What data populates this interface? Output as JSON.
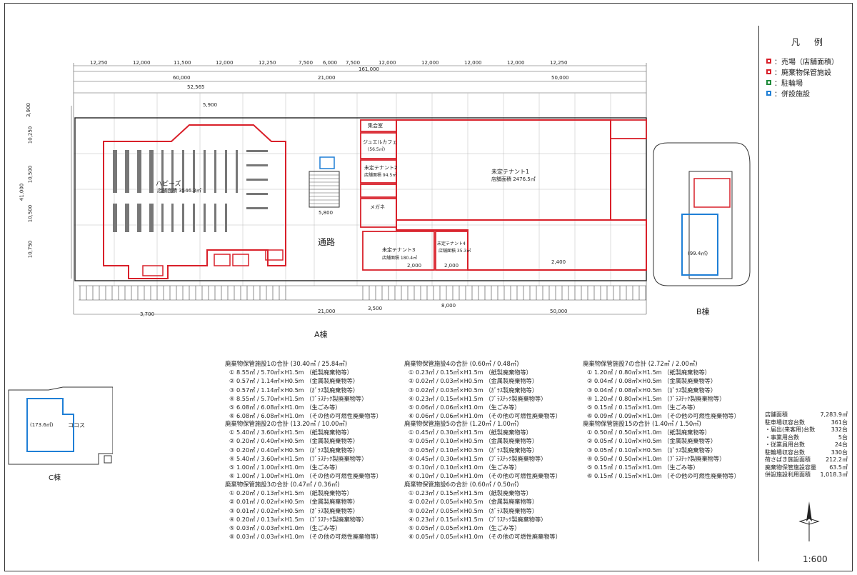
{
  "legend": {
    "title": "凡 例",
    "items": [
      {
        "label": "：売場（店舗面積）",
        "color": "#d9202a"
      },
      {
        "label": "：廃棄物保管施設",
        "color": "#d9202a"
      },
      {
        "label": "：駐輪場",
        "color": "#1f8a3a"
      },
      {
        "label": "：併設施設",
        "color": "#1f7fd6"
      }
    ]
  },
  "summary": [
    {
      "label": "店舗面積",
      "value": "7,283.9㎡"
    },
    {
      "label": "駐車場収容台数",
      "value": "361台"
    },
    {
      "label": "・届出(来客用)台数",
      "value": "332台"
    },
    {
      "label": "・事業用台数",
      "value": "5台"
    },
    {
      "label": "・従業員用台数",
      "value": "24台"
    },
    {
      "label": "駐輪場収容台数",
      "value": "330台"
    },
    {
      "label": "荷さばき施設面積",
      "value": "212.2㎡"
    },
    {
      "label": "廃棄物保管施設容量",
      "value": "63.5㎡"
    },
    {
      "label": "併設施設利用面積",
      "value": "1,018.3㎡"
    }
  ],
  "scale": "1:600",
  "building_labels": {
    "a": "A棟",
    "b": "B棟",
    "c": "C棟"
  },
  "plan_labels": {
    "haseizu": "ハピーズ",
    "haseizu_area": "店舗面積 3546.3㎡",
    "tsuro": "通路",
    "tenant1": "未定テナント1",
    "tenant1_area": "店舗面積 2476.5㎡",
    "tenant2": "未定テナント2",
    "tenant2_area": "店舗面積 94.5㎡",
    "tenant3": "未定テナント3",
    "tenant3_area": "店舗面積 180.4㎡",
    "tenant4": "未定テナント4",
    "tenant4_area": "店舗面積 35.3㎡",
    "jewel": "ジュエルカフェ",
    "jewel_area": "(56.5㎡)",
    "shukai": "集会室",
    "megane": "メガネ",
    "kosu": "ココス",
    "kosu_area": "(173.6㎡)",
    "b_area": "(99.4㎡)",
    "dim_top": [
      "12,250",
      "12,000",
      "11,500",
      "12,000",
      "12,250",
      "7,500",
      "6,000",
      "7,500",
      "12,000",
      "12,000",
      "12,000",
      "12,000",
      "12,250"
    ],
    "dim_total": "161,000",
    "dim_60": "60,000",
    "dim_52": "52,565",
    "dim_21a": "21,000",
    "dim_50a": "50,000",
    "dim_21b": "21,000",
    "dim_50b": "50,000",
    "dim_3700": "3,700",
    "dim_5800": "5,800",
    "dim_5900": "5,900",
    "dim_2400": "2,400",
    "dim_2000a": "2,000",
    "dim_2000b": "2,000",
    "dim_3500": "3,500",
    "dim_8000": "8,000",
    "dim_left": [
      "3,900",
      "10,250",
      "10,500",
      "41,000",
      "10,500",
      "10,750"
    ]
  },
  "waste_blocks": [
    {
      "header": "廃棄物保管施設1の合計 (30.40㎡ / 25.84㎡)",
      "items": [
        "① 8.55㎡ / 5.70㎡×H1.5m （紙製廃棄物等）",
        "② 0.57㎡ / 1.14㎡×H0.5m （金属製廃棄物等）",
        "③ 0.57㎡ / 1.14㎡×H0.5m （ｶﾞﾗｽ製廃棄物等）",
        "④ 8.55㎡ / 5.70㎡×H1.5m （ﾌﾟﾗｽﾁｯｸ製廃棄物等）",
        "⑤ 6.08㎡ / 6.08㎡×H1.0m （生ごみ等）",
        "⑥ 6.08㎡ / 6.08㎡×H1.0m （その他の可燃性廃棄物等）"
      ]
    },
    {
      "header": "廃棄物保管施設2の合計 (13.20㎡ / 10.00㎡)",
      "items": [
        "① 5.40㎡ / 3.60㎡×H1.5m （紙製廃棄物等）",
        "② 0.20㎡ / 0.40㎡×H0.5m （金属製廃棄物等）",
        "③ 0.20㎡ / 0.40㎡×H0.5m （ｶﾞﾗｽ製廃棄物等）",
        "④ 5.40㎡ / 3.60㎡×H1.5m （ﾌﾟﾗｽﾁｯｸ製廃棄物等）",
        "⑤ 1.00㎡ / 1.00㎡×H1.0m （生ごみ等）",
        "⑥ 1.00㎡ / 1.00㎡×H1.0m （その他の可燃性廃棄物等）"
      ]
    },
    {
      "header": "廃棄物保管施設3の合計 (0.47㎡ / 0.36㎡)",
      "items": [
        "① 0.20㎡ / 0.13㎡×H1.5m （紙製廃棄物等）",
        "② 0.01㎡ / 0.02㎡×H0.5m （金属製廃棄物等）",
        "③ 0.01㎡ / 0.02㎡×H0.5m （ｶﾞﾗｽ製廃棄物等）",
        "④ 0.20㎡ / 0.13㎡×H1.5m （ﾌﾟﾗｽﾁｯｸ製廃棄物等）",
        "⑤ 0.03㎡ / 0.03㎡×H1.0m （生ごみ等）",
        "⑥ 0.03㎡ / 0.03㎡×H1.0m （その他の可燃性廃棄物等）"
      ]
    },
    {
      "header": "廃棄物保管施設4の合計 (0.60㎡ / 0.48㎡)",
      "items": [
        "① 0.23㎡ / 0.15㎡×H1.5m （紙製廃棄物等）",
        "② 0.02㎡ / 0.03㎡×H0.5m （金属製廃棄物等）",
        "③ 0.02㎡ / 0.03㎡×H0.5m （ｶﾞﾗｽ製廃棄物等）",
        "④ 0.23㎡ / 0.15㎡×H1.5m （ﾌﾟﾗｽﾁｯｸ製廃棄物等）",
        "⑤ 0.06㎡ / 0.06㎡×H1.0m （生ごみ等）",
        "⑥ 0.06㎡ / 0.06㎡×H1.0m （その他の可燃性廃棄物等）"
      ]
    },
    {
      "header": "廃棄物保管施設5の合計 (1.20㎡ / 1.00㎡)",
      "items": [
        "① 0.45㎡ / 0.30㎡×H1.5m （紙製廃棄物等）",
        "② 0.05㎡ / 0.10㎡×H0.5m （金属製廃棄物等）",
        "③ 0.05㎡ / 0.10㎡×H0.5m （ｶﾞﾗｽ製廃棄物等）",
        "④ 0.45㎡ / 0.30㎡×H1.5m （ﾌﾟﾗｽﾁｯｸ製廃棄物等）",
        "⑤ 0.10㎡ / 0.10㎡×H1.0m （生ごみ等）",
        "⑥ 0.10㎡ / 0.10㎡×H1.0m （その他の可燃性廃棄物等）"
      ]
    },
    {
      "header": "廃棄物保管施設6の合計 (0.60㎡ / 0.50㎡)",
      "items": [
        "① 0.23㎡ / 0.15㎡×H1.5m （紙製廃棄物等）",
        "② 0.02㎡ / 0.05㎡×H0.5m （金属製廃棄物等）",
        "③ 0.02㎡ / 0.05㎡×H0.5m （ｶﾞﾗｽ製廃棄物等）",
        "④ 0.23㎡ / 0.15㎡×H1.5m （ﾌﾟﾗｽﾁｯｸ製廃棄物等）",
        "⑤ 0.05㎡ / 0.05㎡×H1.0m （生ごみ等）",
        "⑥ 0.05㎡ / 0.05㎡×H1.0m （その他の可燃性廃棄物等）"
      ]
    },
    {
      "header": "廃棄物保管施設7の合計 (2.72㎡ / 2.00㎡)",
      "items": [
        "① 1.20㎡ / 0.80㎡×H1.5m （紙製廃棄物等）",
        "② 0.04㎡ / 0.08㎡×H0.5m （金属製廃棄物等）",
        "③ 0.04㎡ / 0.08㎡×H0.5m （ｶﾞﾗｽ製廃棄物等）",
        "④ 1.20㎡ / 0.80㎡×H1.5m （ﾌﾟﾗｽﾁｯｸ製廃棄物等）",
        "⑤ 0.15㎡ / 0.15㎡×H1.0m （生ごみ等）",
        "⑥ 0.09㎡ / 0.09㎡×H1.0m （その他の可燃性廃棄物等）"
      ]
    },
    {
      "header": "廃棄物保管施設15の合計 (1.40㎡ / 1.50㎡)",
      "items": [
        "① 0.50㎡ / 0.50㎡×H1.0m （紙製廃棄物等）",
        "② 0.05㎡ / 0.10㎡×H0.5m （金属製廃棄物等）",
        "③ 0.05㎡ / 0.10㎡×H0.5m （ｶﾞﾗｽ製廃棄物等）",
        "④ 0.50㎡ / 0.50㎡×H1.0m （ﾌﾟﾗｽﾁｯｸ製廃棄物等）",
        "⑤ 0.15㎡ / 0.15㎡×H1.0m （生ごみ等）",
        "⑥ 0.15㎡ / 0.15㎡×H1.0m （その他の可燃性廃棄物等）"
      ]
    }
  ]
}
